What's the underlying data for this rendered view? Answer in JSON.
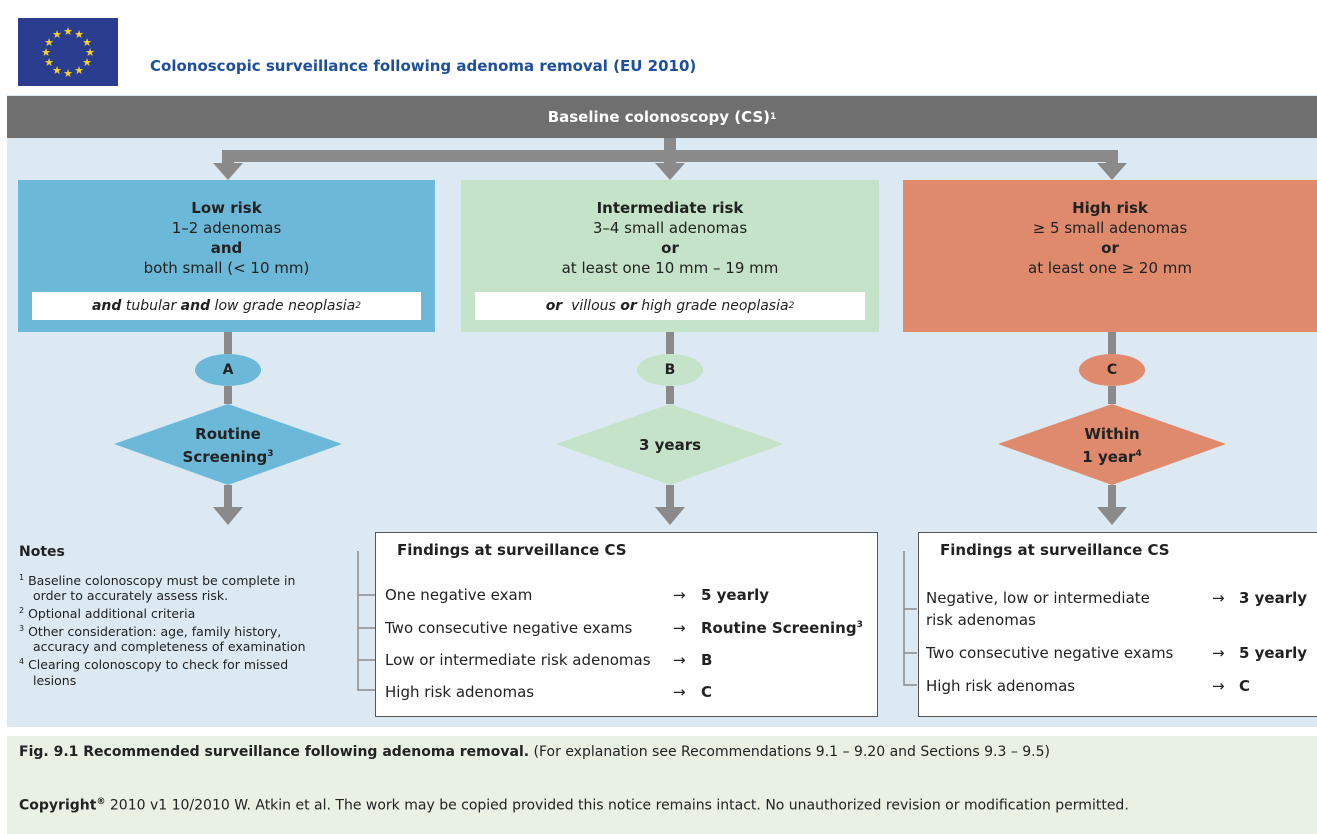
{
  "title": "Colonoscopic surveillance following adenoma removal (EU 2010)",
  "baseline": {
    "label": "Baseline colonoscopy (CS)",
    "sup": "1"
  },
  "low": {
    "title": "Low risk",
    "line1": "1–2 adenomas",
    "conj": "and",
    "line2": "both small (< 10 mm)",
    "extra": {
      "w1": "and",
      "w2": " tubular ",
      "w3": "and",
      "w4": " low grade neoplasia",
      "sup": "2"
    },
    "oval": "A",
    "action_line1": "Routine",
    "action_line2": "Screening",
    "action_sup": "3"
  },
  "intermediate": {
    "title": "Intermediate risk",
    "line1": "3–4 small adenomas",
    "conj": "or",
    "line2": "at least one 10 mm – 19 mm",
    "extra": {
      "w1": "or",
      "w2": "  villous ",
      "w3": "or",
      "w4": " high grade neoplasia",
      "sup": "2"
    },
    "oval": "B",
    "action_line1": "3 years"
  },
  "high": {
    "title": "High risk",
    "line1": "≥ 5 small adenomas",
    "conj": "or",
    "line2": "at least one ≥ 20 mm",
    "oval": "C",
    "action_line1": "Within",
    "action_line2": "1 year",
    "action_sup": "4"
  },
  "findings_mid": {
    "header": "Findings at surveillance CS",
    "arrow": "→",
    "rows": [
      {
        "finding": "One negative exam",
        "result": "5 yearly"
      },
      {
        "finding": "Two consecutive negative exams",
        "result": "Routine Screening",
        "sup": "3"
      },
      {
        "finding": "Low or intermediate risk adenomas",
        "result": "B"
      },
      {
        "finding": "High risk adenomas",
        "result": "C"
      }
    ]
  },
  "findings_right": {
    "header": "Findings at surveillance CS",
    "arrow": "→",
    "rows": [
      {
        "finding_l1": "Negative, low or intermediate",
        "finding_l2": "risk adenomas",
        "result": "3 yearly"
      },
      {
        "finding": "Two consecutive negative exams",
        "result": "5 yearly"
      },
      {
        "finding": "High risk adenomas",
        "result": "C"
      }
    ]
  },
  "notes": {
    "title": "Notes",
    "items": [
      {
        "num": "1",
        "l1": "Baseline colonoscopy must be complete in",
        "l2": "order to accurately assess risk."
      },
      {
        "num": "2",
        "l1": "Optional additional criteria"
      },
      {
        "num": "3",
        "l1": "Other consideration: age, family history,",
        "l2": "accuracy and completeness of examination"
      },
      {
        "num": "4",
        "l1": "Clearing colonoscopy to check for missed",
        "l2": "lesions"
      }
    ]
  },
  "caption": {
    "bold": "Fig. 9.1 Recommended surveillance following adenoma removal.",
    "rest": " (For explanation see Recommendations 9.1 – 9.20 and Sections 9.3 – 9.5)"
  },
  "copyright": {
    "bold": "Copyright",
    "reg": "®",
    "rest": " 2010 v1 10/2010 W. Atkin et al. The work may be copied provided this notice remains intact. No unauthorized revision or modification permitted."
  },
  "colors": {
    "low": "#6bb8d8",
    "intermediate": "#c5e3c8",
    "high": "#df8a6c",
    "title": "#1e4f9c",
    "baseline": "#6f6f6f"
  }
}
